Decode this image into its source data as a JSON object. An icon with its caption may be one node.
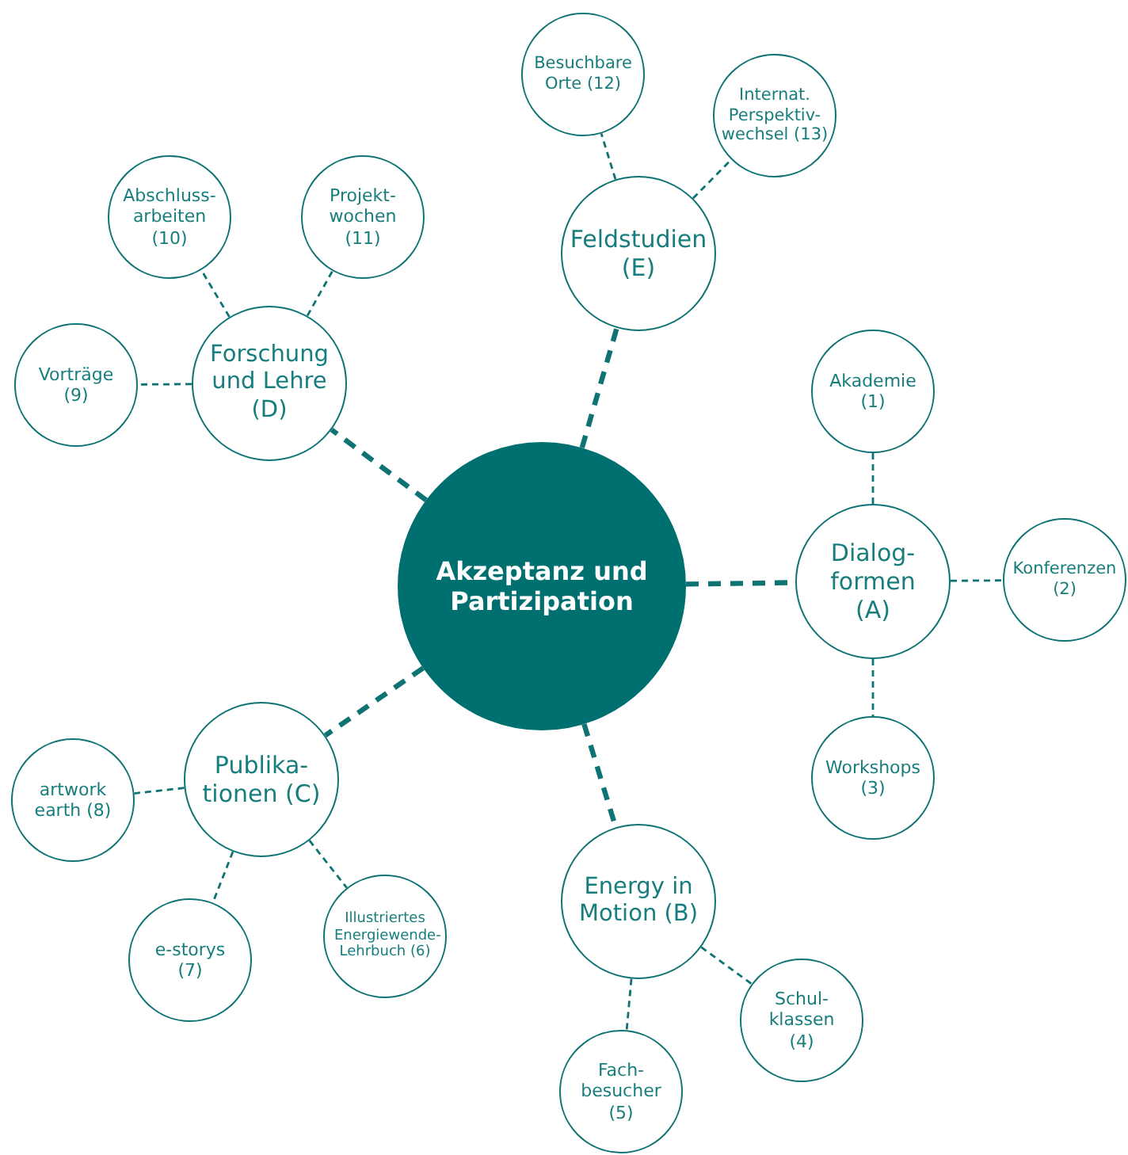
{
  "diagram": {
    "nodes": [
      {
        "text": [
          "Akzeptanz und Partizipation"
        ]
      },
      {
        "text": [
          "Dialog- formen (A)"
        ]
      },
      {
        "text": [
          "Akademie (1)"
        ]
      },
      {
        "text": [
          "Konferenzen (2)"
        ]
      },
      {
        "text": [
          "Workshops (3)"
        ]
      },
      {
        "text": [
          "Energy in Motion (B)"
        ]
      },
      {
        "text": [
          "Schul- klassen (4)"
        ]
      },
      {
        "text": [
          "Fach- besucher (5)"
        ]
      },
      {
        "text": [
          "Publika- tionen (C)"
        ]
      },
      {
        "text": [
          "Illustriertes Energiewende- Lehrbuch (6)"
        ]
      },
      {
        "text": [
          "e-storys (7)"
        ]
      },
      {
        "text": [
          "artwork earth (8)"
        ]
      },
      {
        "text": [
          "Forschung und Lehre (D)"
        ]
      },
      {
        "text": [
          "Vorträge (9)"
        ]
      },
      {
        "text": [
          "Abschluss- arbeiten (10)"
        ]
      },
      {
        "text": [
          "Projekt- wochen (11)"
        ]
      },
      {
        "text": [
          "Feldstudien (E)"
        ]
      },
      {
        "text": [
          "Besuchbare Orte (12)"
        ]
      },
      {
        "text": [
          "Internat. Perspektiv- wechsel (13)"
        ]
      }
    ],
    "edges": [
      {
        "from": 0,
        "to": 1,
        "arrow": "none",
        "style": "dashed"
      },
      {
        "from": 1,
        "to": 2,
        "arrow": "none",
        "style": "dashed"
      },
      {
        "from": 1,
        "to": 3,
        "arrow": "none",
        "style": "dashed"
      },
      {
        "from": 1,
        "to": 4,
        "arrow": "none",
        "style": "dashed"
      },
      {
        "from": 0,
        "to": 5,
        "arrow": "none",
        "style": "dashed"
      },
      {
        "from": 5,
        "to": 6,
        "arrow": "none",
        "style": "dashed"
      },
      {
        "from": 5,
        "to": 7,
        "arrow": "none",
        "style": "dashed"
      },
      {
        "from": 0,
        "to": 8,
        "arrow": "none",
        "style": "dashed"
      },
      {
        "from": 8,
        "to": 9,
        "arrow": "none",
        "style": "dashed"
      },
      {
        "from": 8,
        "to": 10,
        "arrow": "none",
        "style": "dashed"
      },
      {
        "from": 8,
        "to": 11,
        "arrow": "none",
        "style": "dashed"
      },
      {
        "from": 0,
        "to": 12,
        "arrow": "none",
        "style": "dashed"
      },
      {
        "from": 12,
        "to": 13,
        "arrow": "none",
        "style": "dashed"
      },
      {
        "from": 12,
        "to": 14,
        "arrow": "none",
        "style": "dashed"
      },
      {
        "from": 12,
        "to": 15,
        "arrow": "none",
        "style": "dashed"
      },
      {
        "from": 0,
        "to": 16,
        "arrow": "none",
        "style": "dashed"
      },
      {
        "from": 16,
        "to": 17,
        "arrow": "none",
        "style": "dashed"
      },
      {
        "from": 16,
        "to": 18,
        "arrow": "none",
        "style": "dashed"
      }
    ]
  }
}
